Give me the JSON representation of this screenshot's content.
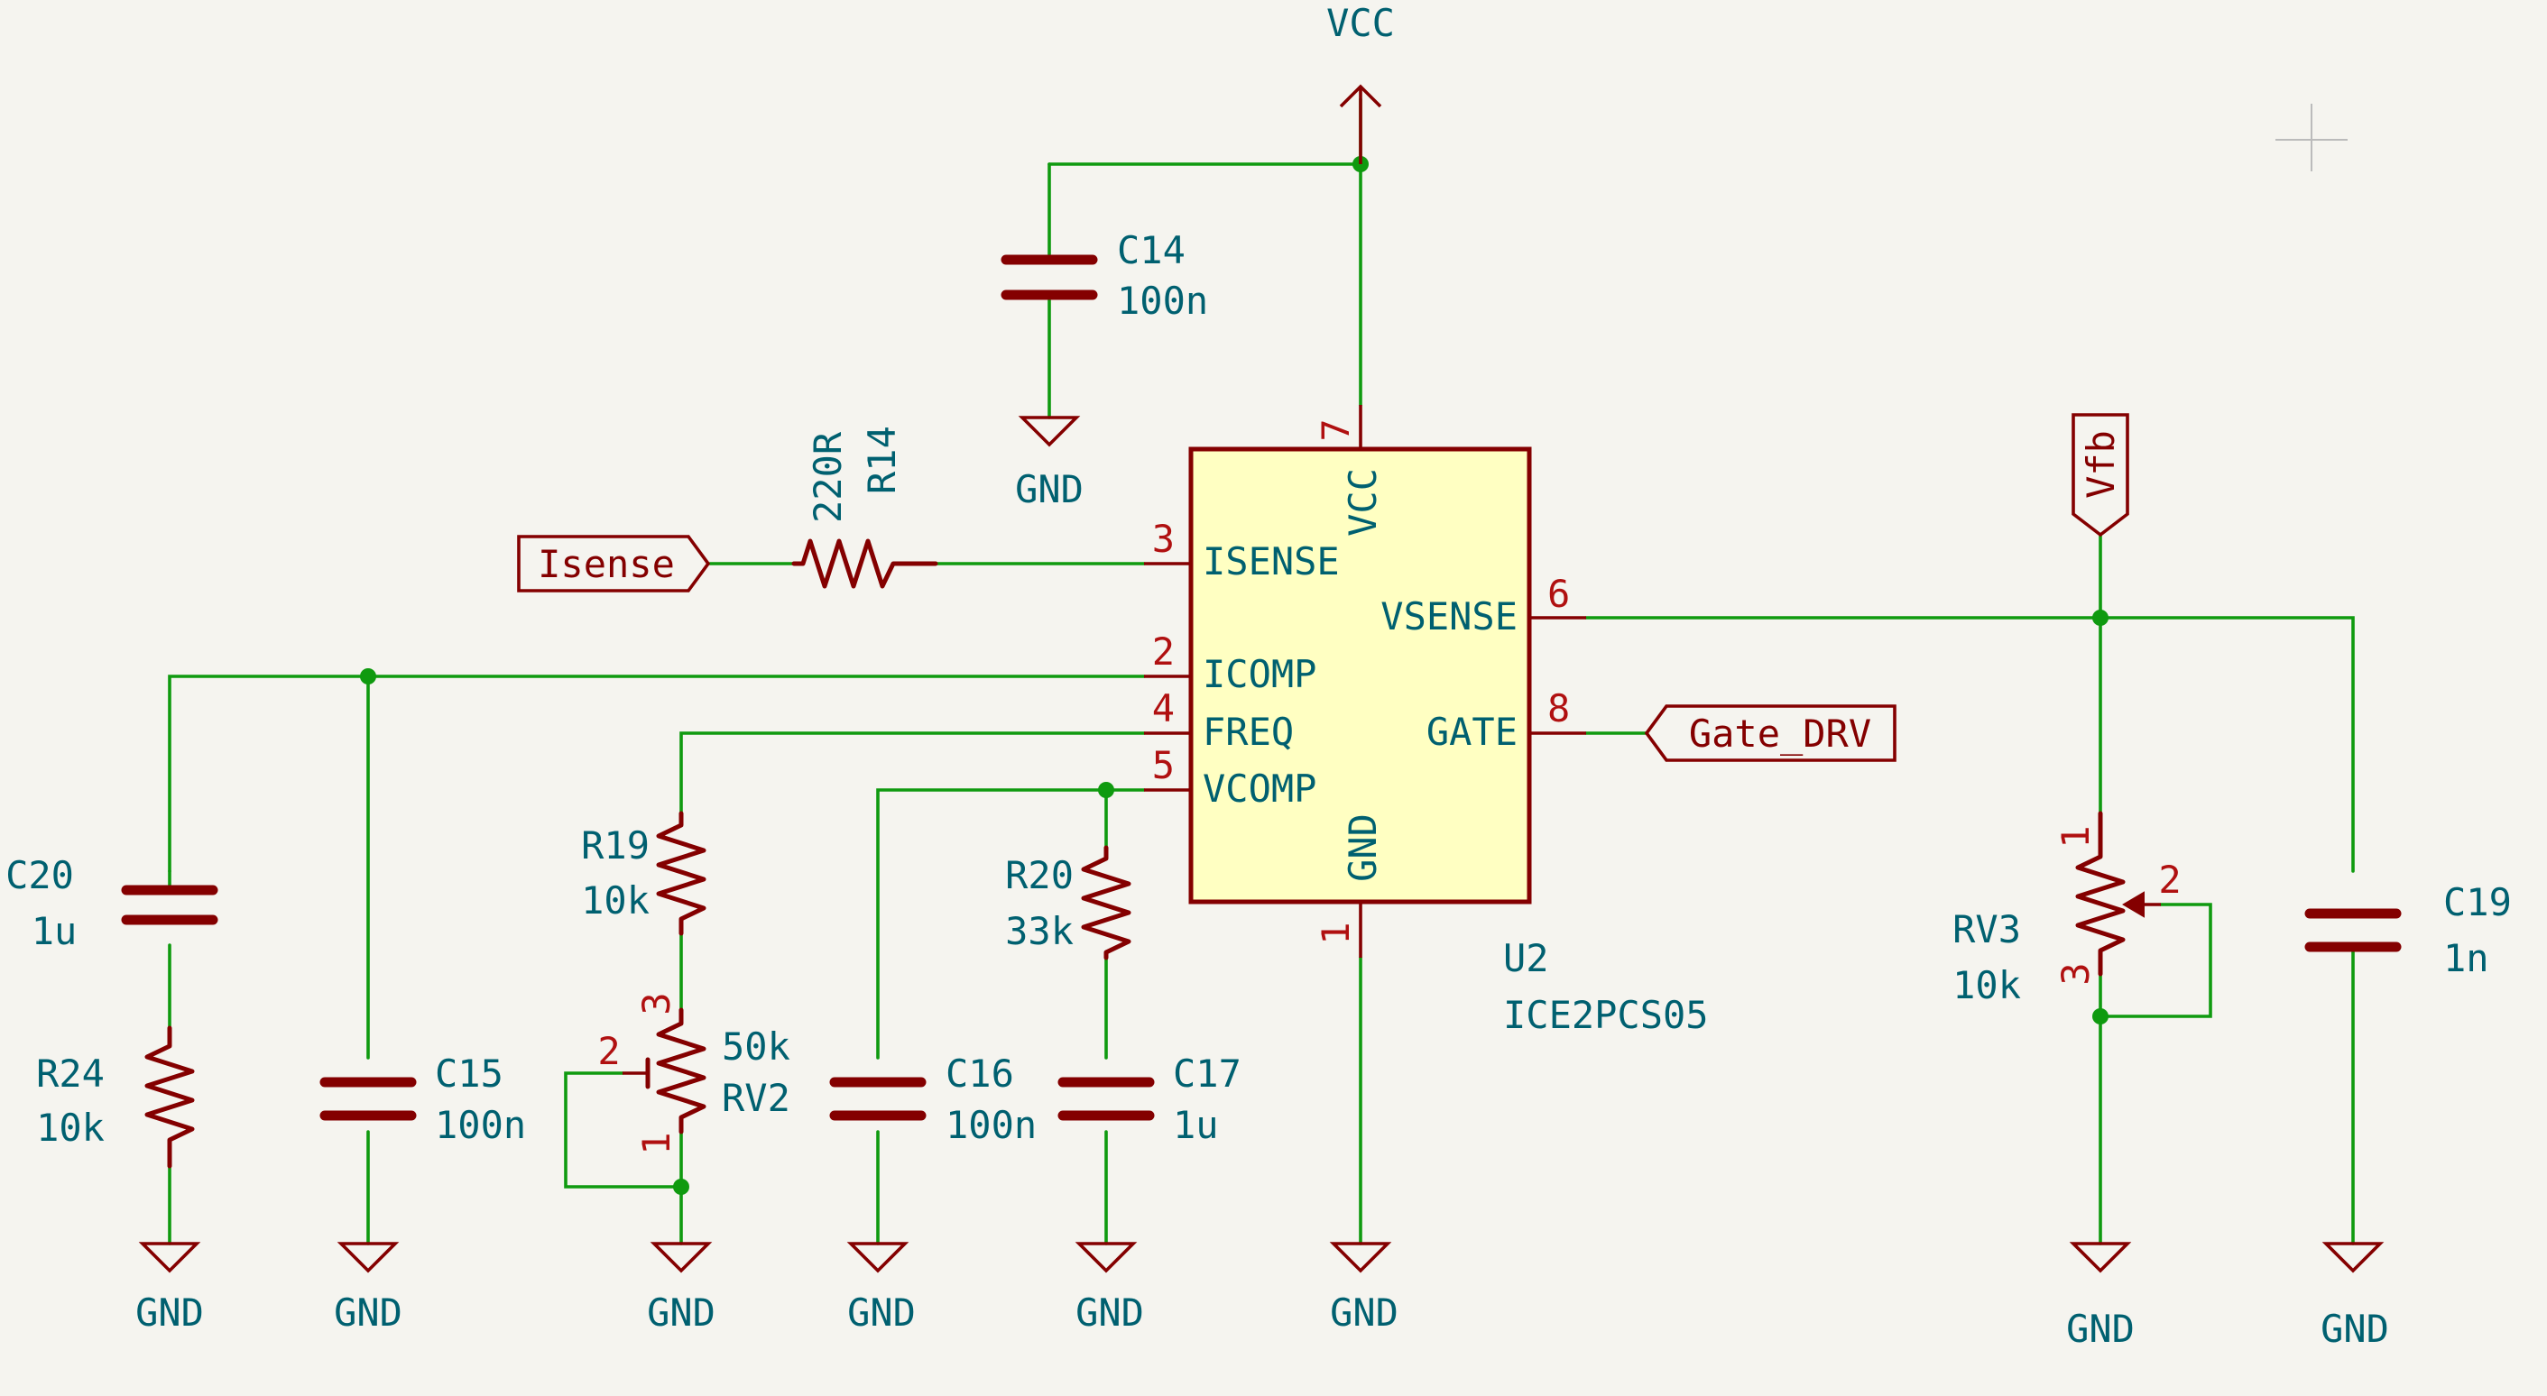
{
  "power": {
    "vcc": "VCC",
    "gnd": "GND"
  },
  "ic": {
    "ref": "U2",
    "value": "ICE2PCS05",
    "pins": {
      "vcc": {
        "num": "7",
        "name": "VCC"
      },
      "isense": {
        "num": "3",
        "name": "ISENSE"
      },
      "icomp": {
        "num": "2",
        "name": "ICOMP"
      },
      "freq": {
        "num": "4",
        "name": "FREQ"
      },
      "vcomp": {
        "num": "5",
        "name": "VCOMP"
      },
      "gnd": {
        "num": "1",
        "name": "GND"
      },
      "vsense": {
        "num": "6",
        "name": "VSENSE"
      },
      "gate": {
        "num": "8",
        "name": "GATE"
      }
    }
  },
  "labels": {
    "isense": "Isense",
    "gate_drv": "Gate_DRV",
    "vfb": "Vfb"
  },
  "components": {
    "c14": {
      "ref": "C14",
      "value": "100n"
    },
    "r14": {
      "ref": "R14",
      "value": "220R"
    },
    "c20": {
      "ref": "C20",
      "value": "1u"
    },
    "r24": {
      "ref": "R24",
      "value": "10k"
    },
    "c15": {
      "ref": "C15",
      "value": "100n"
    },
    "r19": {
      "ref": "R19",
      "value": "10k"
    },
    "rv2": {
      "ref": "RV2",
      "value": "50k",
      "pin1": "1",
      "pin2": "2",
      "pin3": "3"
    },
    "r20": {
      "ref": "R20",
      "value": "33k"
    },
    "c16": {
      "ref": "C16",
      "value": "100n"
    },
    "c17": {
      "ref": "C17",
      "value": "1u"
    },
    "rv3": {
      "ref": "RV3",
      "value": "10k",
      "pin1": "1",
      "pin2": "2",
      "pin3": "3"
    },
    "c19": {
      "ref": "C19",
      "value": "1n"
    }
  }
}
